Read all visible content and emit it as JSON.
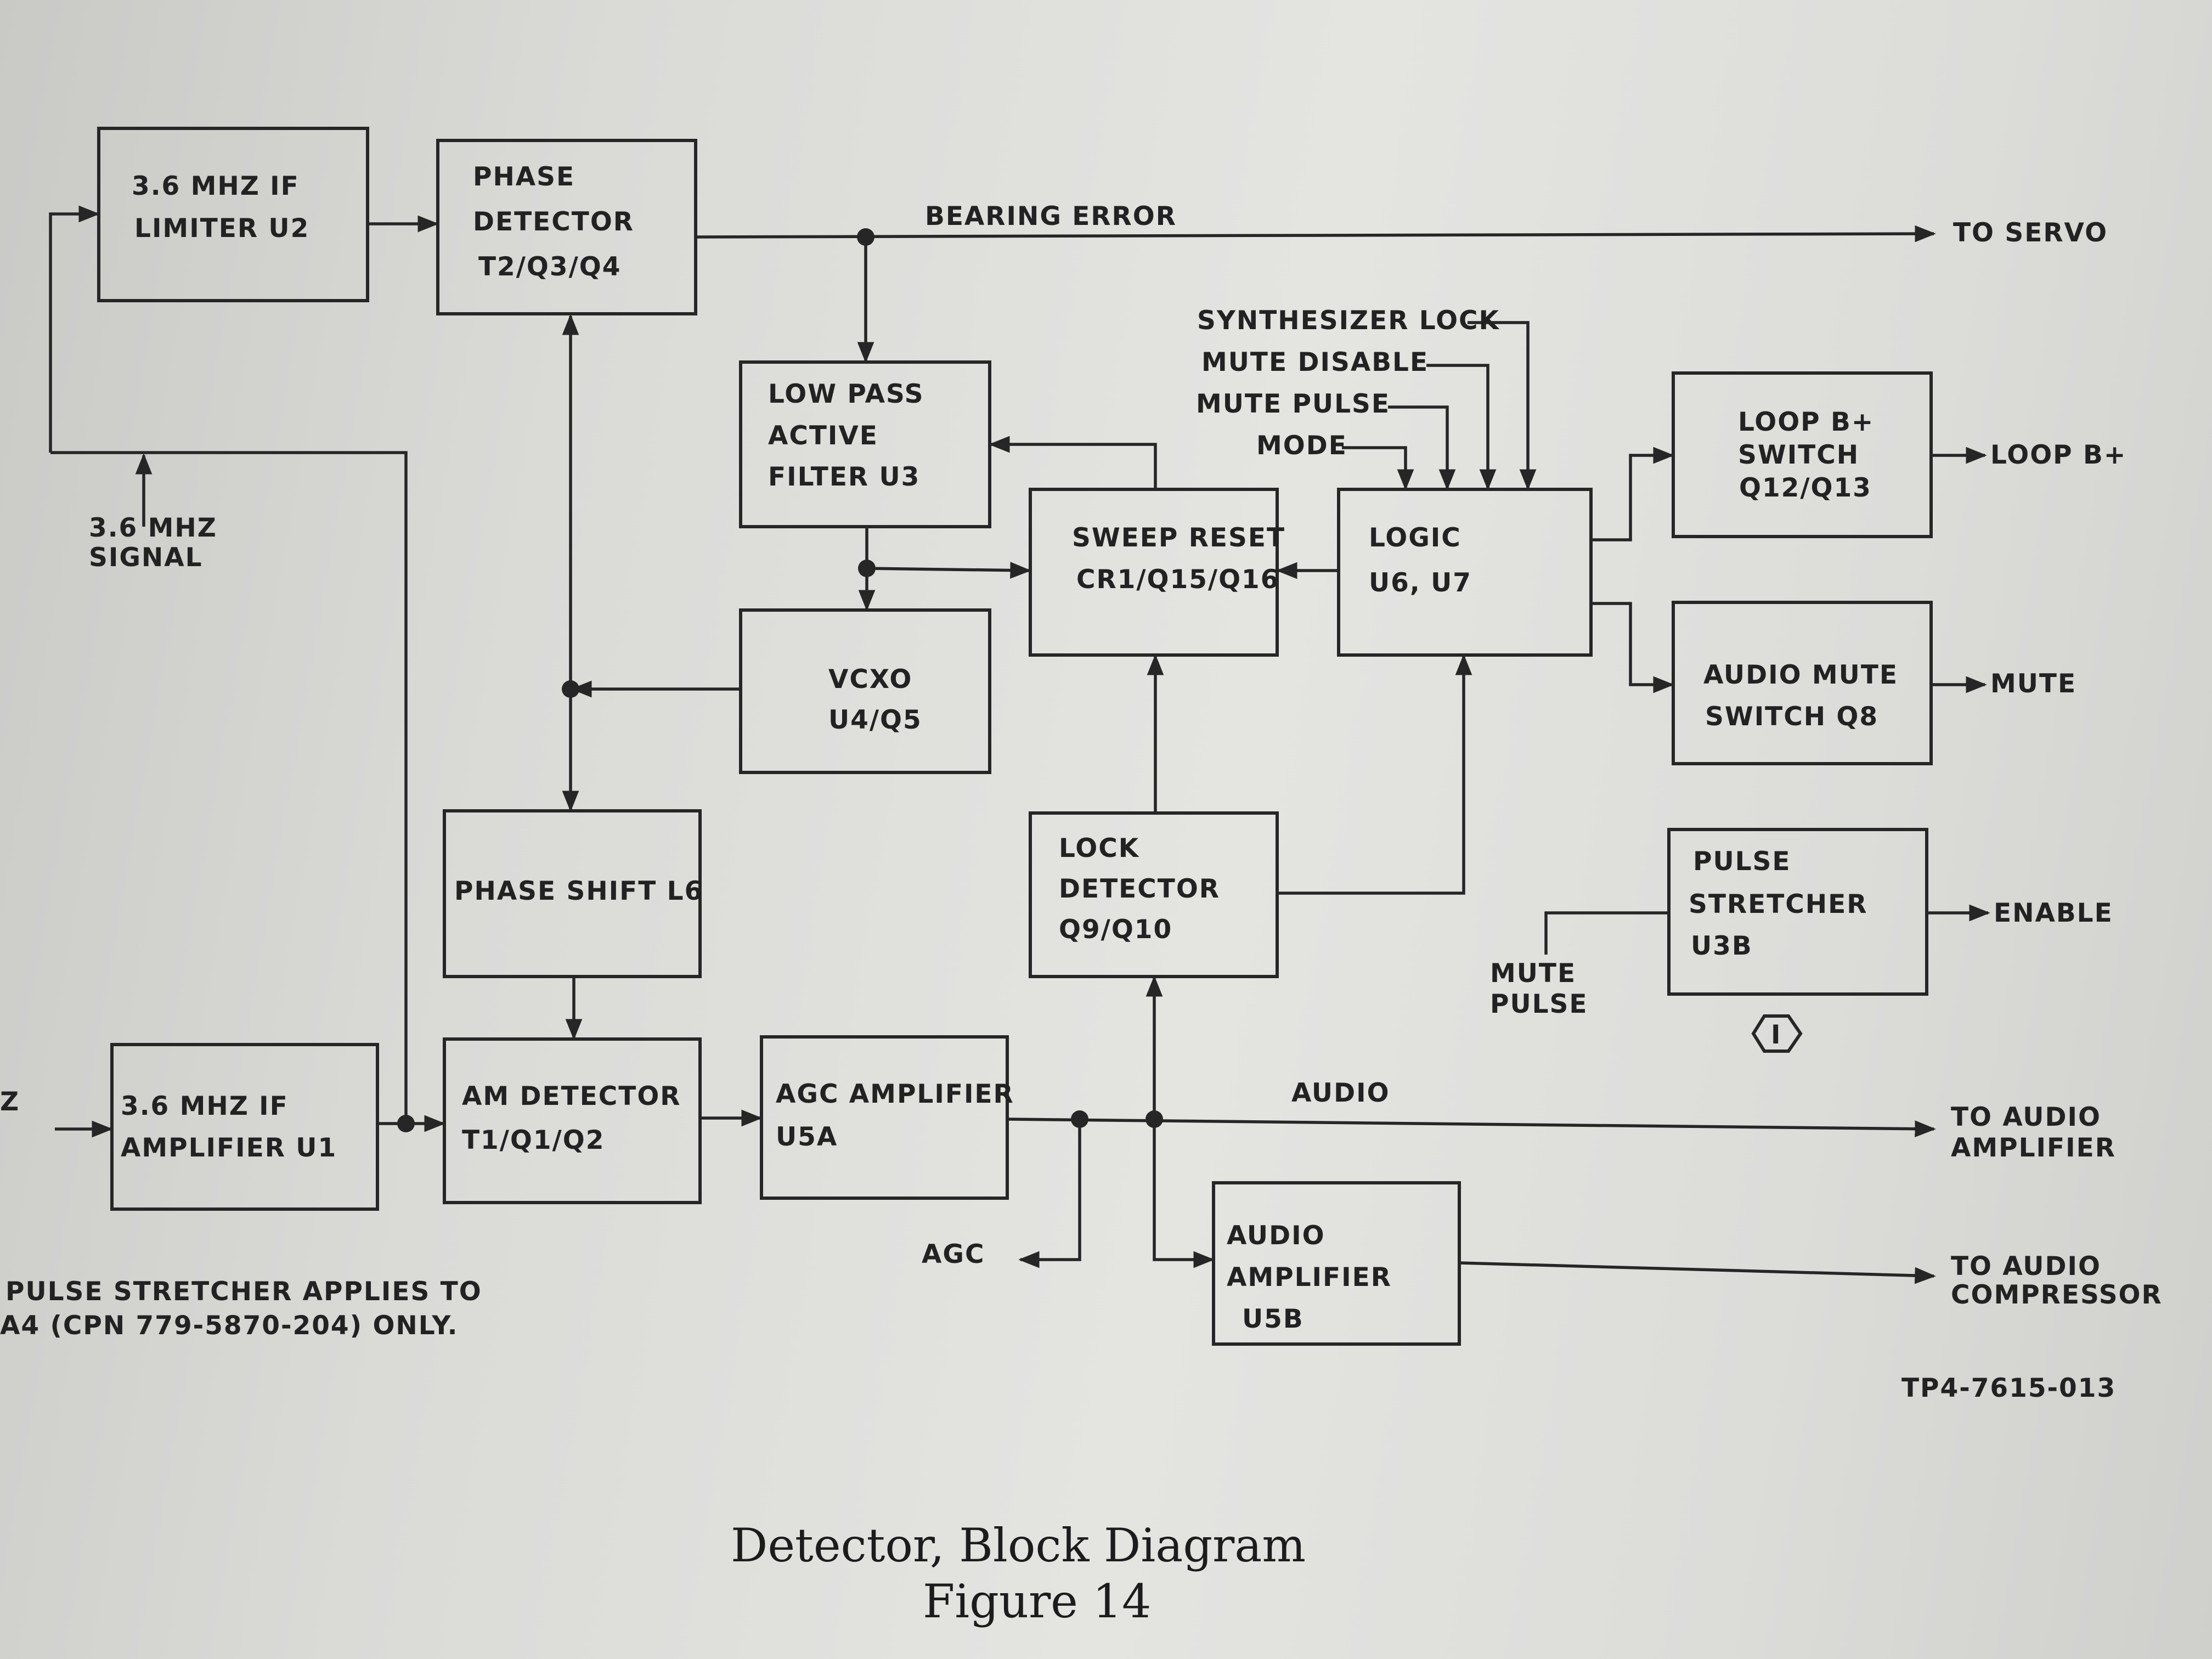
{
  "blocks": {
    "limiter": [
      "3.6 MHZ IF",
      "LIMITER U2"
    ],
    "phase_detector": [
      "PHASE",
      "DETECTOR",
      "T2/Q3/Q4"
    ],
    "low_pass": [
      "LOW PASS",
      "ACTIVE",
      "FILTER U3"
    ],
    "sweep_reset": [
      "SWEEP RESET",
      "CR1/Q15/Q16"
    ],
    "logic": [
      "LOGIC",
      "U6, U7"
    ],
    "loop_switch": [
      "LOOP B+",
      "SWITCH",
      "Q12/Q13"
    ],
    "audio_mute": [
      "AUDIO MUTE",
      "SWITCH Q8"
    ],
    "vcxo": [
      "VCXO",
      "U4/Q5"
    ],
    "phase_shift": [
      "PHASE SHIFT L6"
    ],
    "lock_detector": [
      "LOCK",
      "DETECTOR",
      "Q9/Q10"
    ],
    "pulse_stretcher": [
      "PULSE",
      "STRETCHER",
      "U3B"
    ],
    "if_amplifier": [
      "3.6 MHZ IF",
      "AMPLIFIER U1"
    ],
    "am_detector": [
      "AM DETECTOR",
      "T1/Q1/Q2"
    ],
    "agc_amplifier": [
      "AGC AMPLIFIER",
      "U5A"
    ],
    "audio_amplifier": [
      "AUDIO",
      "AMPLIFIER",
      "U5B"
    ]
  },
  "signals": {
    "bearing_error": "BEARING ERROR",
    "to_servo": "TO SERVO",
    "synth_lock": "SYNTHESIZER LOCK",
    "mute_disable": "MUTE DISABLE",
    "mute_pulse": "MUTE PULSE",
    "mode": "MODE",
    "loop_out": "LOOP B+",
    "mute_out": "MUTE",
    "enable_out": "ENABLE",
    "mute_pulse_in": [
      "MUTE",
      "PULSE"
    ],
    "signal_in": [
      "3.6 MHZ",
      "SIGNAL"
    ],
    "audio": "AUDIO",
    "to_audio_amp": [
      "TO AUDIO",
      "AMPLIFIER"
    ],
    "agc": "AGC",
    "to_audio_comp": [
      "TO AUDIO",
      "COMPRESSOR"
    ],
    "left_edge_fragment": "Z"
  },
  "note": {
    "line1": "PULSE STRETCHER APPLIES TO",
    "line2": "A4 (CPN 779-5870-204) ONLY."
  },
  "marker": "I",
  "figure_id": "TP4-7615-013",
  "caption": {
    "title": "Detector, Block Diagram",
    "figure": "Figure 14"
  }
}
